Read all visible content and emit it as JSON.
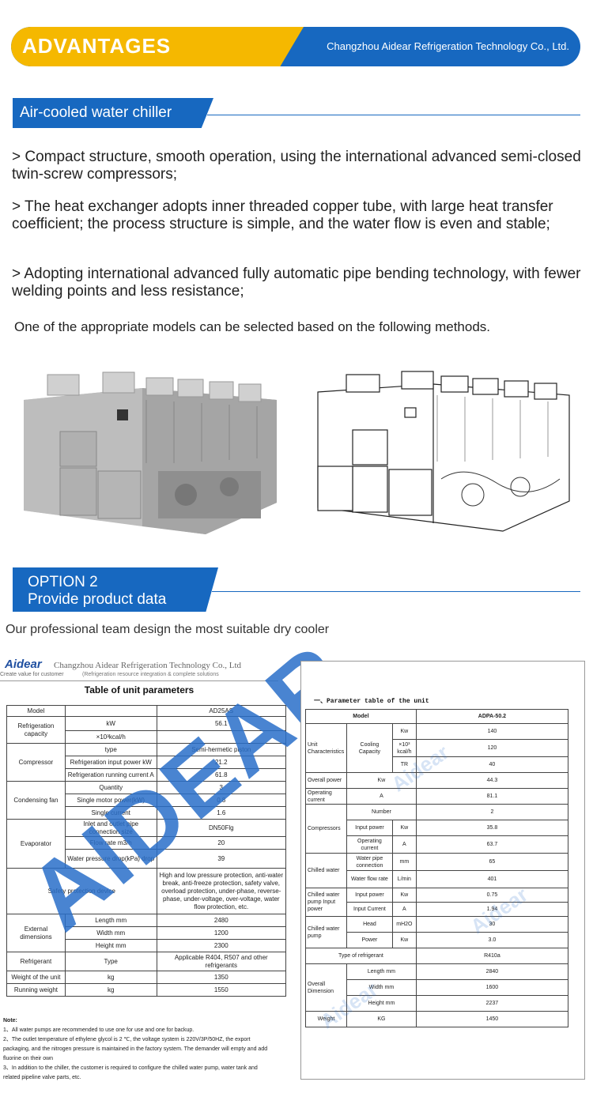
{
  "header": {
    "title": "ADVANTAGES",
    "company": "Changzhou Aidear Refrigeration Technology Co., Ltd."
  },
  "section1": {
    "title": "Air-cooled water chiller"
  },
  "advantages": [
    "> Compact structure, smooth operation, using the international advanced semi-closed twin-screw compressors;",
    "> The heat exchanger adopts inner threaded copper tube, with large heat transfer coefficient; the process structure is simple, and the water flow is even and stable;",
    "> Adopting international advanced fully automatic pipe bending technology, with fewer welding points and less resistance;"
  ],
  "selection_note": "One of the appropriate models can be selected based on the following methods.",
  "section2": {
    "line1": "OPTION 2",
    "line2": "Provide product data"
  },
  "team_note": "Our professional team design the most suitable dry cooler",
  "doc1": {
    "logo": "Aidear",
    "company": "Changzhou Aidear Refrigeration Technology Co., Ltd",
    "tagline": "Create value for customer",
    "tagline2": "(Refrigeration resource integration & complete solutions",
    "title": "Table of unit parameters",
    "watermark": "AIDEAR",
    "rows": {
      "model": [
        "Model",
        "",
        "AD25AS"
      ],
      "cap": [
        "Refrigeration capacity",
        "kW",
        "56.1",
        "×10³kcal/h",
        ""
      ],
      "comp": [
        "Compressor",
        "type",
        "Semi-hermetic piston",
        "Refrigeration input power kW",
        "21.2",
        "Refrigeration running current A",
        "61.8"
      ],
      "fan": [
        "Condensing fan",
        "Quantity",
        "3",
        "Single motor power(kW)",
        "0.8",
        "Single current",
        "1.6"
      ],
      "evap": [
        "Evaporator",
        "Inlet and outlet pipe connection size",
        "DN50Flg",
        "Flow rate m3/h",
        "20",
        "Water pressure drop(kPa) drop",
        "39"
      ],
      "safety": [
        "Safety protection device",
        "High and low pressure protection, anti-water break, anti-freeze protection, safety valve, overload protection, under-phase, reverse-phase, under-voltage, over-voltage, water flow protection, etc."
      ],
      "dim": [
        "External dimensions",
        "Length mm",
        "2480",
        "Width mm",
        "1200",
        "Height mm",
        "2300"
      ],
      "ref": [
        "Refrigerant",
        "Type",
        "Applicable R404, R507 and other refrigerants"
      ],
      "weight": [
        "Weight of the unit",
        "kg",
        "1350"
      ],
      "running": [
        "Running weight",
        "kg",
        "1550"
      ]
    },
    "notes": [
      "Note:",
      "1、All water pumps are recommended to use one for use and one for backup.",
      "2、The outlet temperature of ethylene glycol is 2 ℃, the voltage system is 220V/3P/50HZ, the export packaging, and the nitrogen pressure is maintained in the factory system. The demander will empty and add fluorine on their own",
      "3、In addition to the chiller, the customer is required to configure the chilled water pump, water tank and related pipeline valve parts, etc."
    ]
  },
  "doc2": {
    "title": "一、Parameter table of the unit",
    "watermark": "Aidear",
    "model": [
      "Model",
      "ADPA-50.2"
    ],
    "unit_char": [
      "Unit Characteristics",
      "Cooling Capacity",
      "Kw",
      "140",
      "×10³ kcal/h",
      "120",
      "TR",
      "40"
    ],
    "overall": [
      "Overall power",
      "Kw",
      "44.3"
    ],
    "current": [
      "Operating current",
      "A",
      "81.1"
    ],
    "compressors": [
      "Compressors",
      "Number",
      "2",
      "Input power",
      "Kw",
      "35.8",
      "Operating current",
      "A",
      "63.7"
    ],
    "chilled": [
      "Chilled water",
      "Water pipe connection",
      "mm",
      "65",
      "Water flow rate",
      "L/min",
      "401"
    ],
    "pump_input": [
      "Chilled water pump Input power",
      "Input power",
      "Kw",
      "0.75",
      "Input Current",
      "A",
      "1.94"
    ],
    "pump": [
      "Chilled water pump",
      "Head",
      "mH2O",
      "30",
      "Power",
      "Kw",
      "3.0"
    ],
    "refrigerant": [
      "Type of refrigerant",
      "R410a"
    ],
    "dimension": [
      "Overall Dimension",
      "Length mm",
      "2840",
      "Width mm",
      "1600",
      "Height mm",
      "2237"
    ],
    "weight": [
      "Weight",
      "KG",
      "1450"
    ]
  }
}
